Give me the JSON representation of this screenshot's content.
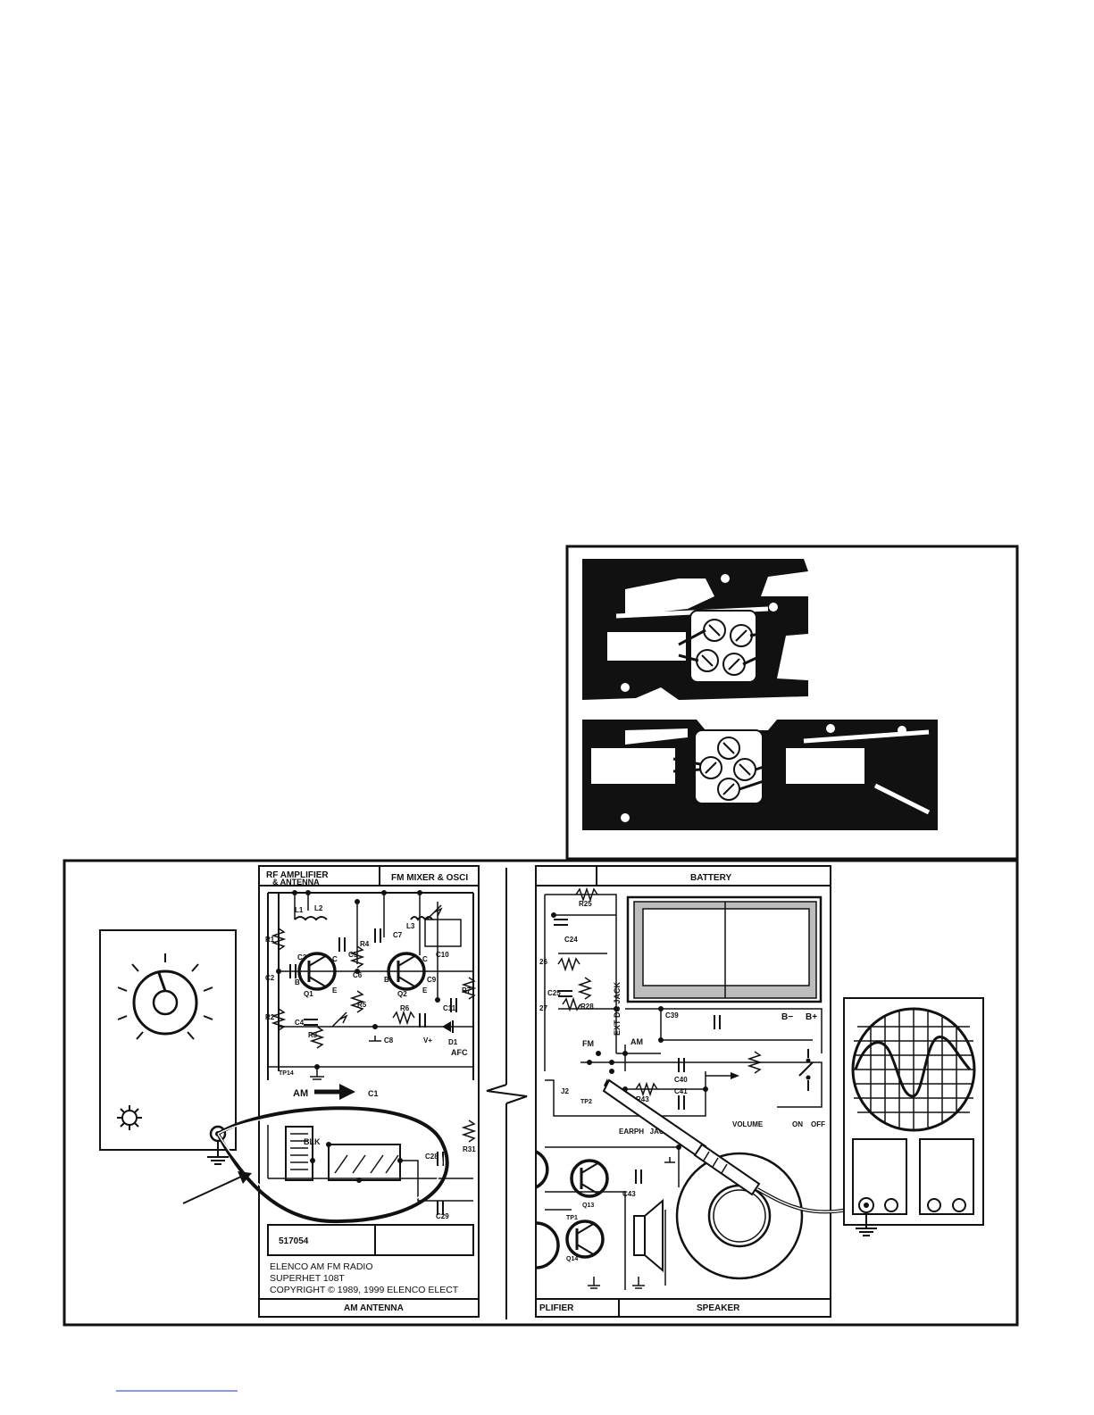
{
  "pcb_section_labels": {
    "rf_amplifier": "RF AMPLIFIER",
    "and_antenna": "& ANTENNA",
    "fm_mixer": "FM MIXER & OSCI",
    "battery": "BATTERY",
    "am_antenna": "AM ANTENNA",
    "amplifier_partial": "PLIFIER",
    "speaker": "SPEAKER"
  },
  "left_board_labels": {
    "components": [
      "R1",
      "L1",
      "L2",
      "C2",
      "C3",
      "C5",
      "C6",
      "R4",
      "C7",
      "L3",
      "C10",
      "C9",
      "C11",
      "R2",
      "C4",
      "R3",
      "R5",
      "R6",
      "C8",
      "D1",
      "R7"
    ],
    "transistors": [
      "Q1",
      "Q2"
    ],
    "pins": [
      "B",
      "C",
      "E"
    ],
    "tp14": "TP14",
    "am_arrow": "AM",
    "c1": "C1",
    "v_plus": "V+",
    "afc": "AFC",
    "blk": "BLK",
    "r31": "R31",
    "c28": "C28",
    "c29": "C29",
    "part_number": "517054",
    "title_line1": "ELENCO AM FM RADIO",
    "title_line2": "SUPERHET 108T",
    "title_line3": "COPYRIGHT © 1989, 1999  ELENCO ELECT"
  },
  "right_board_labels": {
    "r25": "R25",
    "c24": "C24",
    "r26": "26",
    "c25": "C25",
    "r27": "27",
    "r28": "R28",
    "ext_dc_jack": "EXT DC JACK",
    "c39": "C39",
    "b_minus": "B−",
    "b_plus": "B+",
    "fm": "FM",
    "am": "AM",
    "c40": "C40",
    "c41": "C41",
    "r43": "R43",
    "j2": "J2",
    "tp2": "TP2",
    "volume": "VOLUME",
    "on": "ON",
    "off": "OFF",
    "earphone_jack": "EARPH   JACK",
    "q13": "Q13",
    "q14": "Q14",
    "c43": "C43",
    "tp1": "TP1"
  },
  "icons": [
    "signal-generator-icon",
    "oscilloscope-icon",
    "soldering-iron-probe-icon",
    "ground-symbol-icon",
    "sine-wave-icon"
  ]
}
